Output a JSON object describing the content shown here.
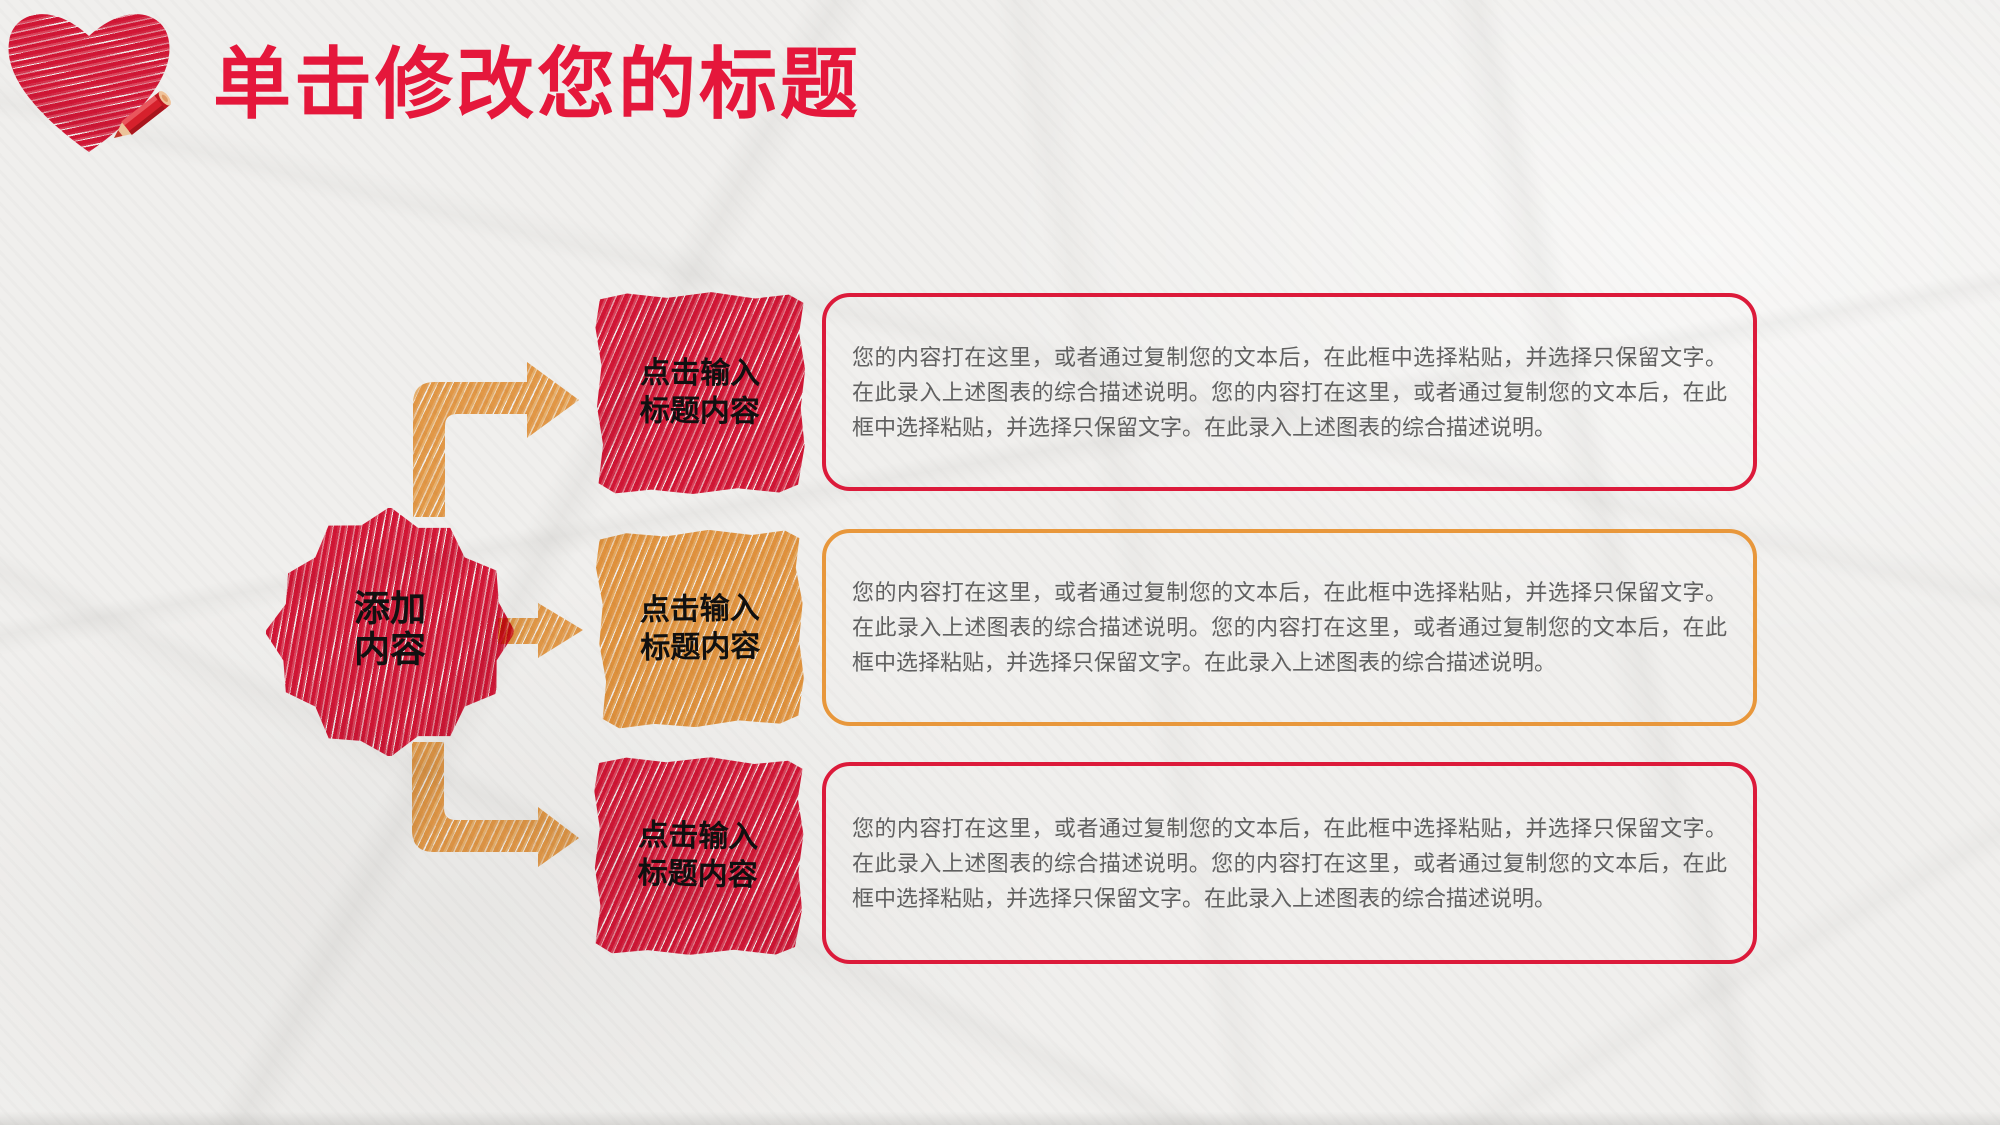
{
  "slide": {
    "title": "单击修改您的标题",
    "center_node": {
      "line1": "添加",
      "line2": "内容"
    },
    "items": [
      {
        "tag_line1": "点击输入",
        "tag_line2": "标题内容",
        "body": "您的内容打在这里，或者通过复制您的文本后，在此框中选择粘贴，并选择只保留文字。在此录入上述图表的综合描述说明。您的内容打在这里，或者通过复制您的文本后，在此框中选择粘贴，并选择只保留文字。在此录入上述图表的综合描述说明。",
        "color": "red"
      },
      {
        "tag_line1": "点击输入",
        "tag_line2": "标题内容",
        "body": "您的内容打在这里，或者通过复制您的文本后，在此框中选择粘贴，并选择只保留文字。在此录入上述图表的综合描述说明。您的内容打在这里，或者通过复制您的文本后，在此框中选择粘贴，并选择只保留文字。在此录入上述图表的综合描述说明。",
        "color": "orange"
      },
      {
        "tag_line1": "点击输入",
        "tag_line2": "标题内容",
        "body": "您的内容打在这里，或者通过复制您的文本后，在此框中选择粘贴，并选择只保留文字。在此录入上述图表的综合描述说明。您的内容打在这里，或者通过复制您的文本后，在此框中选择粘贴，并选择只保留文字。在此录入上述图表的综合描述说明。",
        "color": "red"
      }
    ],
    "colors": {
      "title_red": "#E5173B",
      "red": "#DE1739",
      "red_light": "#EA4560",
      "red_border": "#DC1A3A",
      "orange": "#ED9B41",
      "orange_light": "#F4B263",
      "orange_border": "#E8973B",
      "arrow_orange": "#EFA14B",
      "arrow_orange_light": "#F6BC74",
      "body_text": "#606060",
      "heading_text": "#111111",
      "paper": "#F0EFED"
    }
  }
}
